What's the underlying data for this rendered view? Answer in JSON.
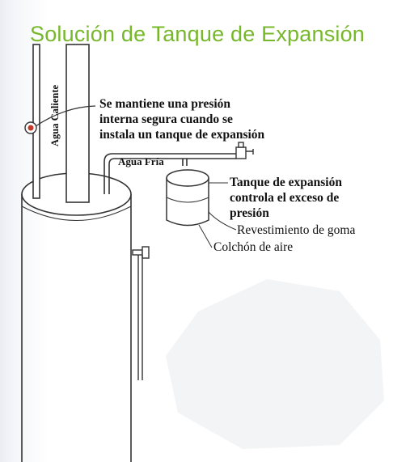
{
  "title": "Solución de Tanque de Expansión",
  "labels": {
    "hot_water": "Agua Caliente",
    "cold_water": "Agua Fría",
    "pressure_note": [
      "Se mantiene una presión",
      "interna segura cuando se",
      "instala un tanque de expansión"
    ],
    "tank_control": [
      "Tanque de expansión",
      "controla el exceso de",
      "presión"
    ],
    "rubber_lining": "Revestimiento de goma",
    "air_cushion": "Colchón de aire"
  },
  "colors": {
    "title": "#76b82a",
    "lines": "#333333",
    "gauge": "#c0392b"
  }
}
